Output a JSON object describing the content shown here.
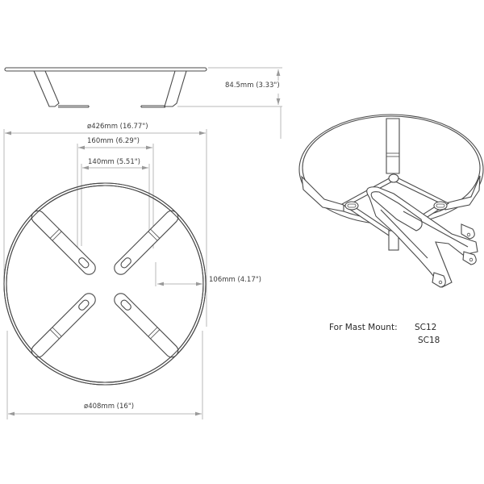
{
  "diagram": {
    "side_view": {
      "height_dimension": "84.5mm (3.33\")"
    },
    "top_view": {
      "outer_diameter": "ø426mm (16.77\")",
      "slot_span_outer": "160mm (6.29\")",
      "slot_span_inner": "140mm (5.51\")",
      "center_offset": "106mm (4.17\")",
      "inner_diameter": "ø408mm (16\")"
    },
    "compatibility": {
      "label": "For Mast Mount:",
      "models": [
        "SC12",
        "SC18"
      ]
    },
    "colors": {
      "line": "#4a4a4a",
      "dimension_line": "#b8b8b8",
      "text": "#3a3a3a",
      "background": "#ffffff"
    }
  }
}
